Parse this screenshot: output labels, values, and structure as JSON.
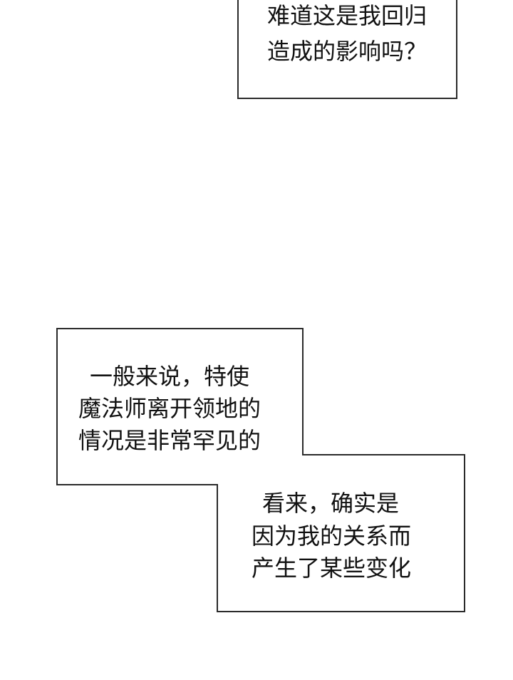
{
  "bubble_top": {
    "lines": [
      "难道这是我回归",
      "造成的影响吗？"
    ]
  },
  "bubble_left": {
    "lines": [
      "一般来说，特使",
      "魔法师离开领地的",
      "情况是非常罕见的"
    ]
  },
  "bubble_right": {
    "lines": [
      "看来，确实是",
      "因为我的关系而",
      "产生了某些变化"
    ]
  },
  "colors": {
    "background": "#ffffff",
    "border": "#2a2a2a",
    "text": "#111111"
  }
}
